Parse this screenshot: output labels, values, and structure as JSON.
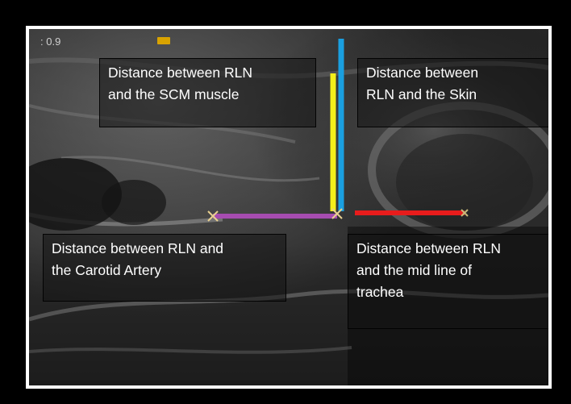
{
  "image": {
    "readout": ": 0.9",
    "labels": {
      "scm": "Distance between RLN\nand the SCM muscle",
      "skin": "Distance between\nRLN and the Skin",
      "carotid": "Distance between RLN and\nthe Carotid Artery",
      "trachea": "Distance between RLN\nand the mid line of\ntrachea"
    },
    "colors": {
      "skin_line": "#1a9fe0",
      "scm_line": "#f4ef1a",
      "carotid_line": "#a64cb0",
      "trachea_line": "#e81c1c",
      "frame": "#ffffff",
      "label_text": "#ffffff"
    }
  }
}
